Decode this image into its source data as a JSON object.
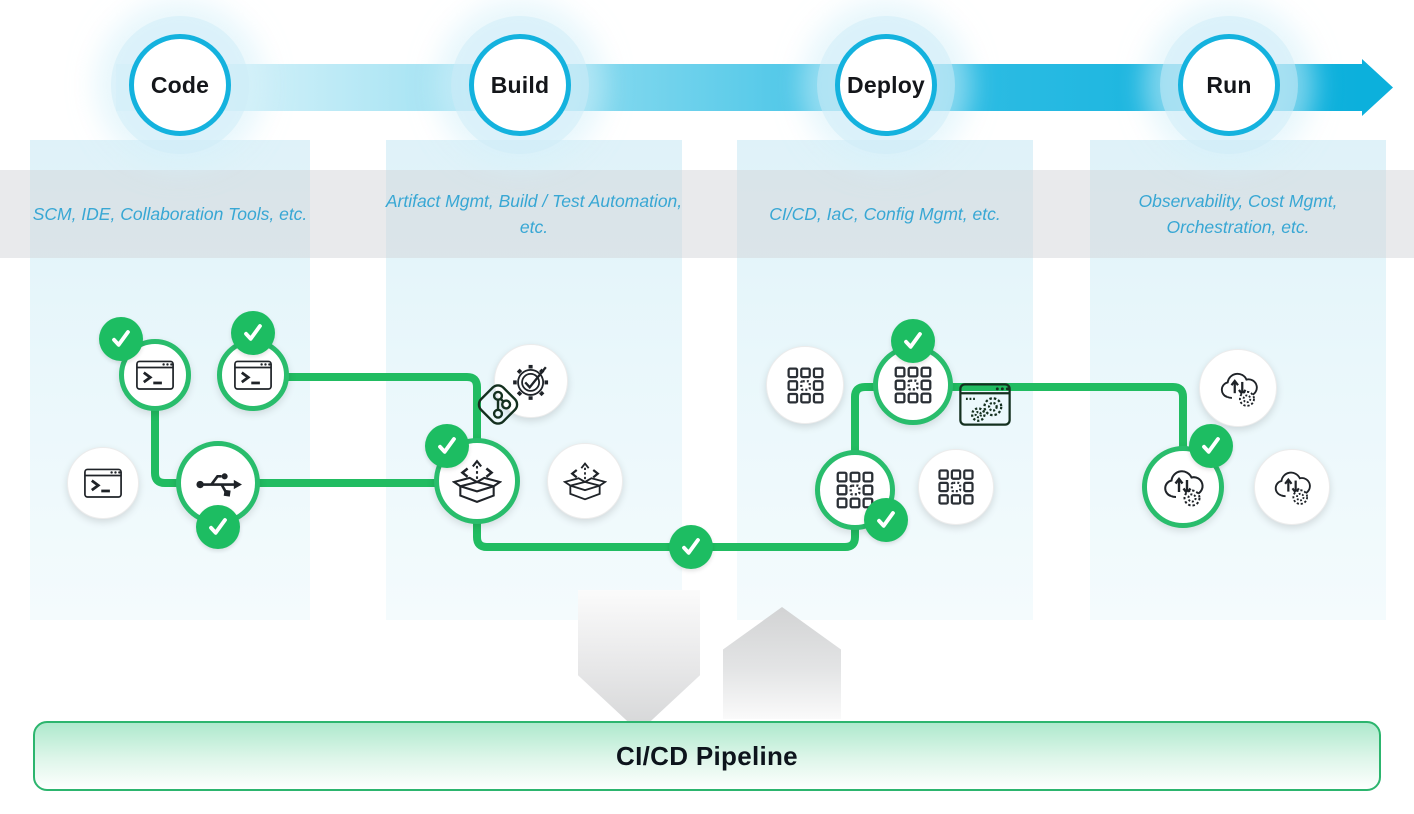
{
  "diagram_title": "CI/CD Pipeline",
  "colors": {
    "stage_accent": "#0cb0dc",
    "stage_ring": "#14b2de",
    "description_text": "#38a7d4",
    "pipeline_green": "#21bc61",
    "node_ring_green": "#29bd6c",
    "check_badge_green": "#1dbd62",
    "banner_border_green": "#2cb56e"
  },
  "stages": [
    {
      "id": "code",
      "label": "Code",
      "description": "SCM, IDE, Collaboration Tools, etc."
    },
    {
      "id": "build",
      "label": "Build",
      "description": "Artifact Mgmt, Build / Test Automation, etc."
    },
    {
      "id": "deploy",
      "label": "Deploy",
      "description": "CI/CD, IaC, Config Mgmt, etc."
    },
    {
      "id": "run",
      "label": "Run",
      "description": "Observability, Cost Mgmt, Orchestration, etc."
    }
  ],
  "nodes": [
    {
      "id": "code-terminal-1",
      "stage": "code",
      "icon": "terminal-window-icon",
      "status": "passed"
    },
    {
      "id": "code-terminal-2",
      "stage": "code",
      "icon": "terminal-window-icon",
      "status": "passed"
    },
    {
      "id": "code-terminal-3",
      "stage": "code",
      "icon": "terminal-window-icon",
      "status": "idle"
    },
    {
      "id": "code-vcs",
      "stage": "code",
      "icon": "usb-branch-icon",
      "status": "passed"
    },
    {
      "id": "build-gear",
      "stage": "build",
      "icon": "gear-check-icon",
      "status": "idle"
    },
    {
      "id": "build-package-1",
      "stage": "build",
      "icon": "code-package-icon",
      "status": "passed"
    },
    {
      "id": "build-package-2",
      "stage": "build",
      "icon": "code-package-icon",
      "status": "idle"
    },
    {
      "id": "deploy-grid-1",
      "stage": "deploy",
      "icon": "module-grid-icon",
      "status": "idle"
    },
    {
      "id": "deploy-grid-2",
      "stage": "deploy",
      "icon": "module-grid-icon",
      "status": "passed"
    },
    {
      "id": "deploy-grid-3",
      "stage": "deploy",
      "icon": "module-grid-icon",
      "status": "passed"
    },
    {
      "id": "deploy-grid-4",
      "stage": "deploy",
      "icon": "module-grid-icon",
      "status": "idle"
    },
    {
      "id": "run-cloud-1",
      "stage": "run",
      "icon": "cloud-sync-icon",
      "status": "idle"
    },
    {
      "id": "run-cloud-2",
      "stage": "run",
      "icon": "cloud-sync-icon",
      "status": "passed"
    },
    {
      "id": "run-cloud-3",
      "stage": "run",
      "icon": "cloud-sync-icon",
      "status": "idle"
    }
  ],
  "path_badges": [
    {
      "id": "pipeline-path-check",
      "icon": "check-icon"
    }
  ],
  "pipeline_banner": {
    "label": "CI/CD Pipeline",
    "left_icon": "git-branch-icon",
    "right_icon": "browser-gears-icon"
  }
}
